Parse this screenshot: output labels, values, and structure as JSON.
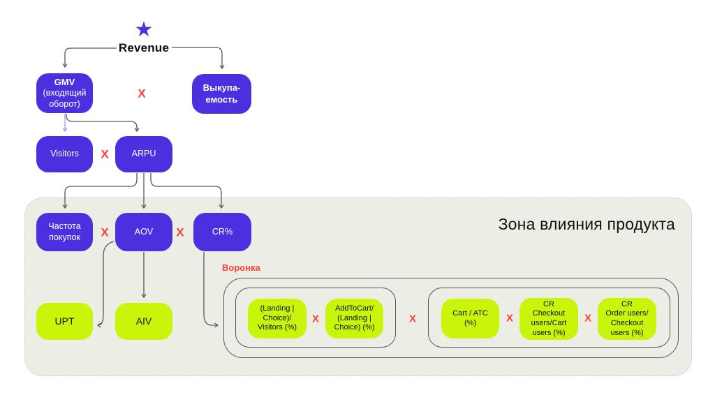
{
  "title": "Revenue",
  "star_glyph": "★",
  "operator": "X",
  "colors": {
    "node_purple": "#4b30e0",
    "node_green": "#c8f509",
    "accent_red": "#fb4237",
    "zone_background": "#ecede4",
    "zone_border": "#c5c9f0",
    "connector_gray": "#56575b",
    "connector_light_purple": "#979df2"
  },
  "nodes": {
    "gmv": {
      "title": "GMV",
      "subtitle": "(входящий\nоборот)"
    },
    "buyout": {
      "label": "Выкупа-\nемость"
    },
    "visitors": {
      "label": "Visitors"
    },
    "arpu": {
      "label": "ARPU"
    },
    "purchase_frequency": {
      "label": "Частота\nпокупок"
    },
    "aov": {
      "label": "AOV"
    },
    "cr": {
      "label": "CR%"
    },
    "upt": {
      "label": "UPT"
    },
    "aiv": {
      "label": "AIV"
    }
  },
  "zone": {
    "label": "Зона влияния продукта"
  },
  "funnel": {
    "label": "Воронка",
    "group1": [
      {
        "label": "(Landing |\nChoice)/\nVisitors (%)"
      },
      {
        "label": "AddToCart/\n(Landing |\nChoice) (%)"
      }
    ],
    "group2": [
      {
        "label": "Cart / ATC\n(%)"
      },
      {
        "label": "CR\nCheckout\nusers/Cart\nusers (%)"
      },
      {
        "label": "CR\nOrder users/\nCheckout\nusers (%)"
      }
    ]
  }
}
